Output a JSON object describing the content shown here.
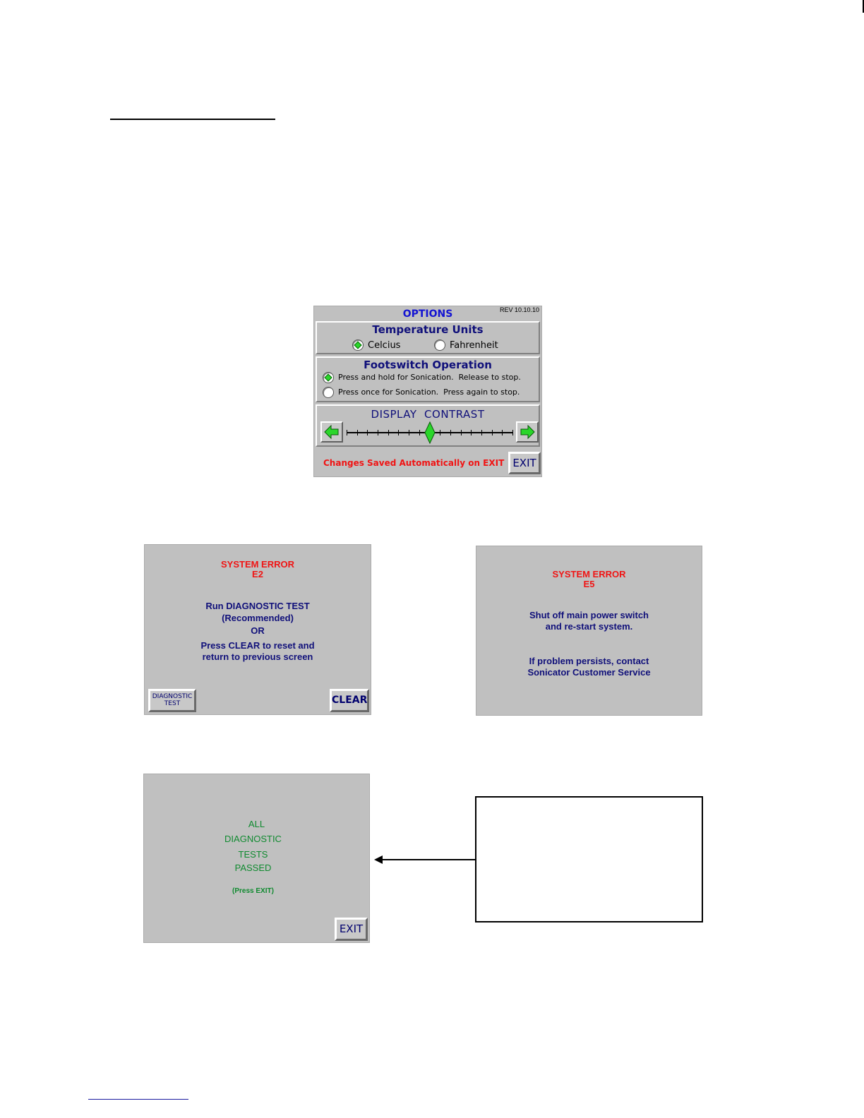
{
  "options_screen": {
    "title": "OPTIONS",
    "revision": "REV 10.10.10",
    "temperature": {
      "heading": "Temperature Units",
      "options": [
        "Celcius",
        "Fahrenheit"
      ],
      "selected": "Celcius"
    },
    "footswitch": {
      "heading": "Footswitch Operation",
      "options": [
        "Press and hold for Sonication.  Release to stop.",
        "Press once for Sonication.  Press again to stop."
      ],
      "selected_index": 0
    },
    "contrast": {
      "heading": "DISPLAY  CONTRAST",
      "level": 0.5,
      "left_icon": "arrow-left-icon",
      "right_icon": "arrow-right-icon"
    },
    "note": "Changes Saved Automatically on EXIT",
    "exit_label": "EXIT"
  },
  "error_e2": {
    "title": "SYSTEM ERROR",
    "code": "E2",
    "line1": "Run DIAGNOSTIC TEST",
    "line2": "(Recommended)",
    "line3": "OR",
    "line4": "Press CLEAR to reset and",
    "line5": "return to previous screen",
    "diag_label_1": "DIAGNOSTIC",
    "diag_label_2": "TEST",
    "clear_label": "CLEAR"
  },
  "error_e5": {
    "title": "SYSTEM ERROR",
    "code": "E5",
    "line1": "Shut off main power switch",
    "line2": "and re-start system.",
    "line3": "If problem persists, contact",
    "line4": "Sonicator Customer Service"
  },
  "diag_passed": {
    "line1": "ALL",
    "line2": "DIAGNOSTIC",
    "line3": "TESTS",
    "line4": "PASSED",
    "hint": "(Press EXIT)",
    "exit_label": "EXIT"
  },
  "colors": {
    "panel": "#c0c0c0",
    "navy": "#10107a",
    "red": "#f01414",
    "green": "#0f8a2f",
    "radio_selected": "#2ad62a"
  }
}
